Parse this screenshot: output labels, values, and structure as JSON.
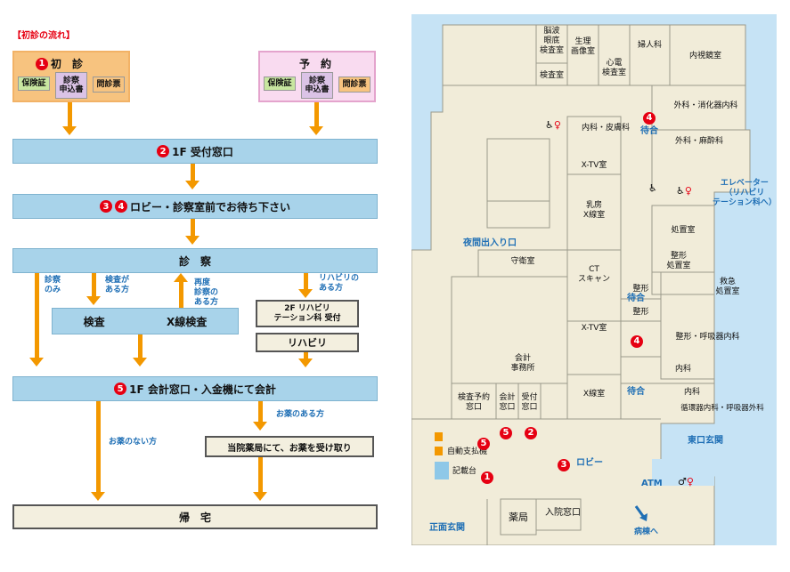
{
  "flow": {
    "title": "【初診の流れ】",
    "first_visit": {
      "num": "1",
      "label": "初　診",
      "docs": [
        "保険証",
        "診察\n申込書",
        "問診票"
      ]
    },
    "reservation": {
      "label": "予　約",
      "docs": [
        "保険証",
        "診察\n申込書",
        "問診票"
      ]
    },
    "step2": {
      "num": "2",
      "label": "1F 受付窓口"
    },
    "step34": {
      "num3": "3",
      "num4": "4",
      "label": "ロビー・診察室前でお待ち下さい"
    },
    "exam": "診　察",
    "branch_no_test": "診察\nのみ",
    "branch_test": "検査が\nある方",
    "branch_reexam": "再度\n診察の\nある方",
    "branch_rehab": "リハビリの\nある方",
    "test_box": {
      "a": "検査",
      "b": "X線検査"
    },
    "rehab_reception": "2F リハビリ\nテーション科 受付",
    "rehab": "リハビリ",
    "step5": {
      "num": "5",
      "label": "1F 会計窓口・入金機にて会計"
    },
    "no_medicine": "お薬のない方",
    "with_medicine": "お薬のある方",
    "pharmacy": "当院薬局にて、お薬を受け取り",
    "home": "帰　宅"
  },
  "map": {
    "rooms": {
      "brainwave": "脳波\n眼底\n検査室",
      "physio": "生理\n画像室",
      "ecg": "心電\n検査室",
      "gyn": "婦人科",
      "endoscope": "内視鏡室",
      "exam_room": "検査室",
      "internal_derm": "内科・皮膚科",
      "surgery_gi": "外科・消化器内科",
      "surgery_anes": "外科・麻酔科",
      "xtv1": "X-TV室",
      "mammo": "乳房\nX線室",
      "treatment": "処置室",
      "ortho_treat": "整形\n処置室",
      "guard": "守衛室",
      "ct": "CT\nスキャン",
      "xtv2": "X-TV室",
      "xray": "X線室",
      "ortho1": "整形",
      "ortho2": "整形",
      "ortho_resp": "整形・呼吸器内科",
      "emergency": "救急\n処置室",
      "internal1": "内科",
      "internal2": "内科",
      "cardio_resp": "循環器内科・呼吸器外科",
      "accounting": "会計\n事務所",
      "exam_reservation": "検査予約\n窓口",
      "cashier": "会計\n窓口",
      "reception": "受付\n窓口",
      "pharmacy": "薬局",
      "admission": "入院窓口"
    },
    "labels": {
      "waiting1": "待合",
      "waiting2": "待合",
      "waiting3": "待合",
      "elevator": "エレベーター\n（リハビリ\nテーション科へ）",
      "night_entrance": "夜間出入り口",
      "east_entrance": "東口玄関",
      "main_entrance": "正面玄関",
      "lobby": "ロビー",
      "atm": "ATM",
      "to_ward": "病棟へ",
      "auto_pay": "自動支払機",
      "writing_desk": "記載台"
    },
    "nums": {
      "n1": "1",
      "n2": "2",
      "n3": "3",
      "n4a": "4",
      "n4b": "4",
      "n5a": "5",
      "n5b": "5"
    }
  },
  "colors": {
    "orange": "#f39800",
    "flow_blue": "#a8d3ea",
    "sea": "#c6e3f5",
    "map_floor": "#f1ecd9",
    "red": "#e60012",
    "link_blue": "#1f6fb5"
  }
}
